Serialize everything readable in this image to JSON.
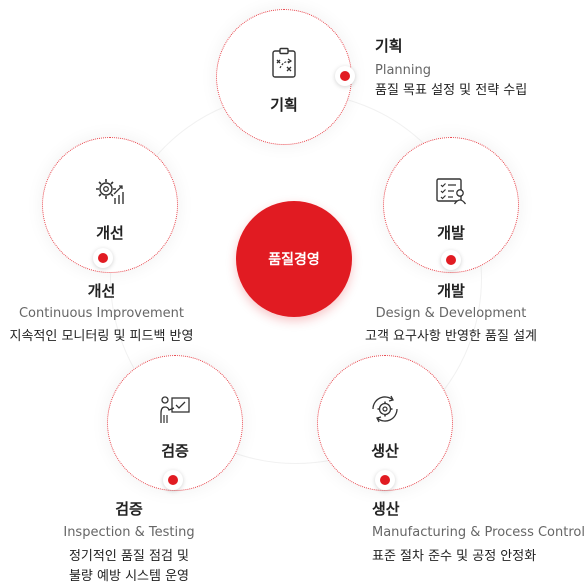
{
  "center": {
    "label": "품질경영"
  },
  "nodes": {
    "planning": {
      "title": "기획",
      "heading": "기획",
      "english": "Planning",
      "description": "품질 목표 설정 및 전략 수립",
      "icon": "planning-board-icon"
    },
    "development": {
      "title": "개발",
      "heading": "개발",
      "english": "Design & Development",
      "description": "고객 요구사항 반영한 품질 설계",
      "icon": "checklist-person-icon"
    },
    "production": {
      "title": "생산",
      "heading": "생산",
      "english": "Manufacturing & Process Control",
      "description": "표준 절차 준수 및 공정 안정화",
      "icon": "gear-cycle-icon"
    },
    "inspection": {
      "title": "검증",
      "heading": "검증",
      "english": "Inspection & Testing",
      "description_line1": "정기적인 품질 점검 및",
      "description_line2": "불량 예방 시스템 운영",
      "icon": "presenter-check-icon"
    },
    "improvement": {
      "title": "개선",
      "heading": "개선",
      "english": "Continuous Improvement",
      "description": "지속적인 모니터링 및 피드백 반영",
      "icon": "gear-growth-icon"
    }
  },
  "colors": {
    "accent": "#e11b22",
    "border": "#e8434a"
  }
}
